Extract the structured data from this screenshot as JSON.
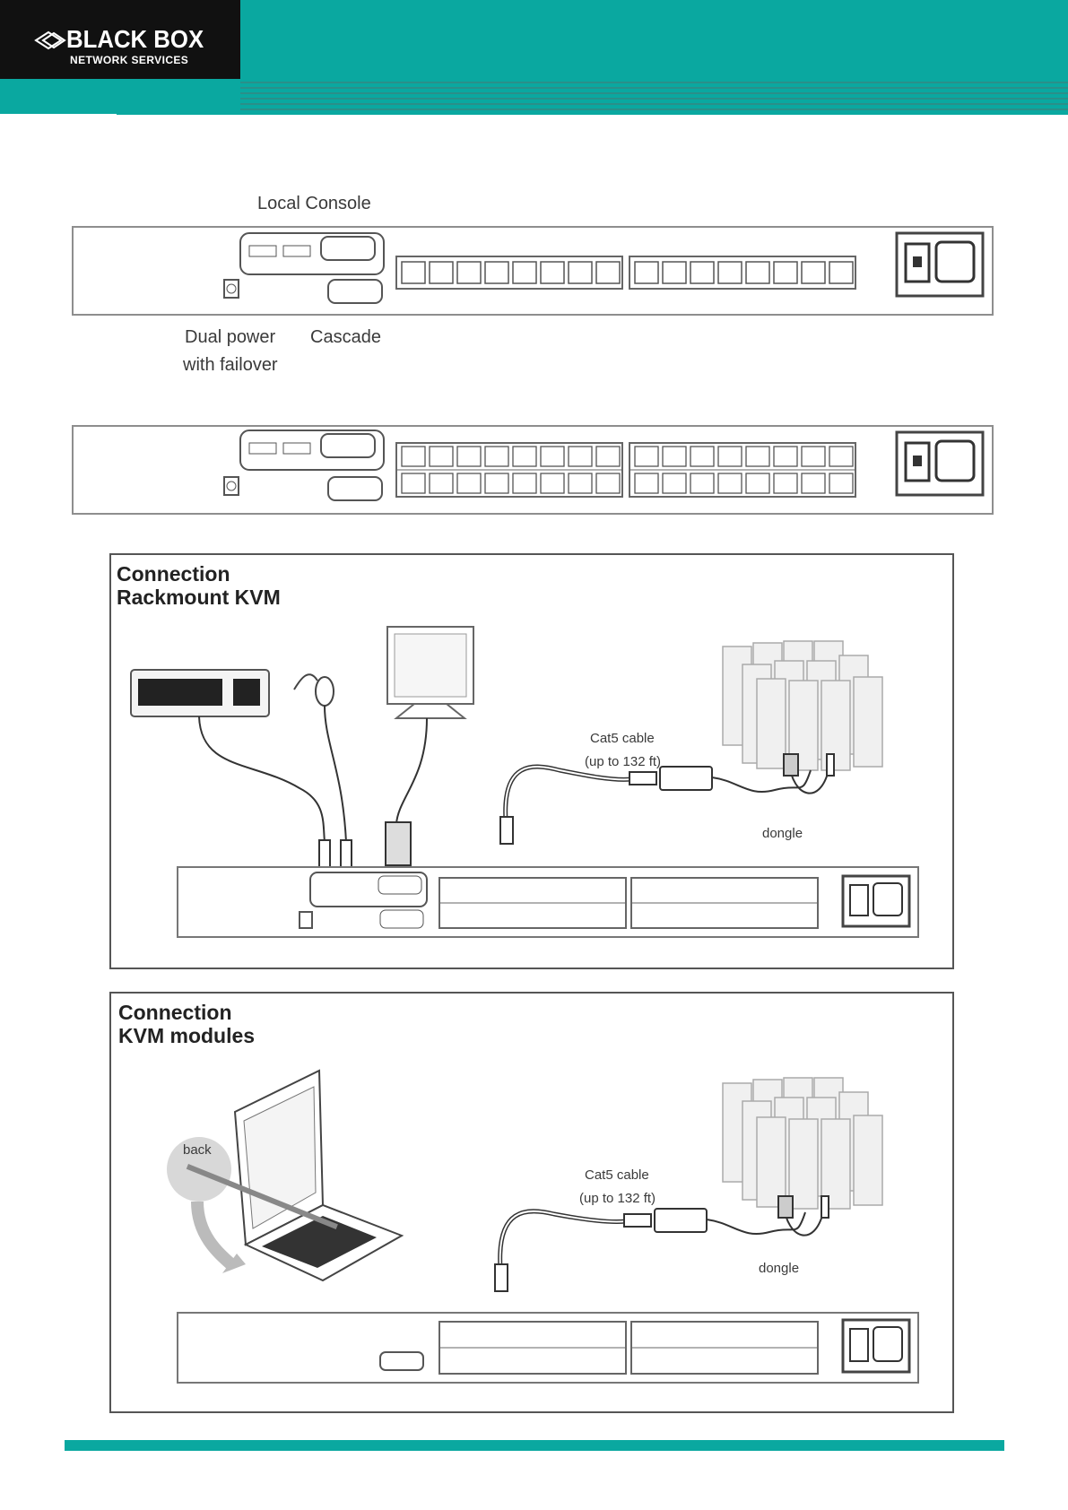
{
  "brand": {
    "name": "BLACK BOX",
    "subtitle": "NETWORK SERVICES",
    "colors": {
      "teal": "#0aa8a0",
      "dark": "#111111"
    }
  },
  "panel_labels": {
    "local_console": "Local Console",
    "dual_power_line1": "Dual power",
    "dual_power_line2": "with failover",
    "cascade": "Cascade"
  },
  "connection_rackmount": {
    "title_line1": "Connection",
    "title_line2": "Rackmount KVM",
    "cable_line1": "Cat5 cable",
    "cable_line2": "(up to 132 ft)",
    "dongle": "dongle"
  },
  "connection_modules": {
    "title_line1": "Connection",
    "title_line2": "KVM modules",
    "back": "back",
    "cable_line1": "Cat5 cable",
    "cable_line2": "(up to 132 ft)",
    "dongle": "dongle"
  }
}
